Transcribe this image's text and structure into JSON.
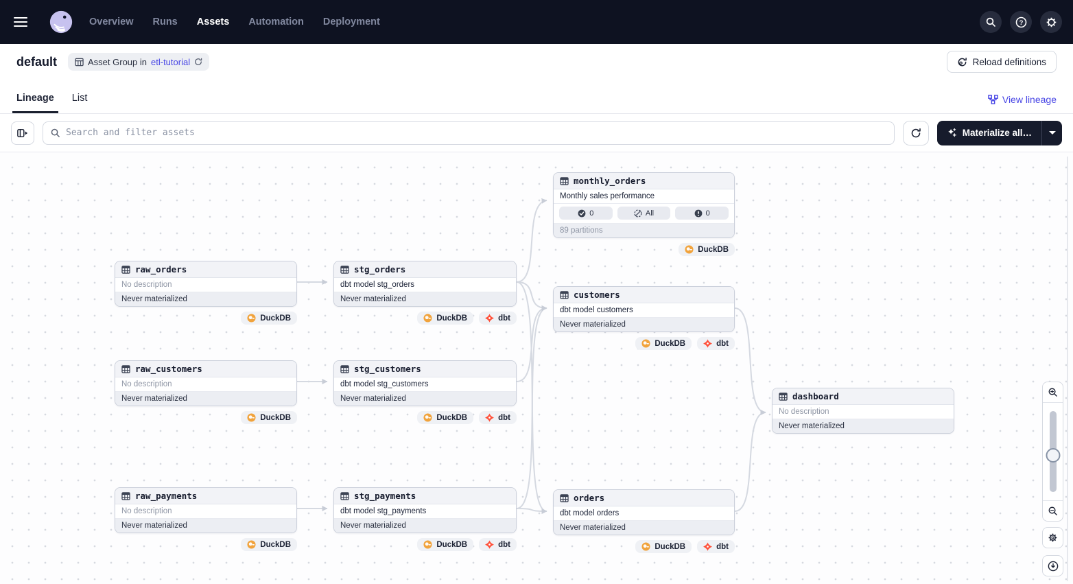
{
  "topnav": {
    "nav": [
      {
        "label": "Overview",
        "active": false
      },
      {
        "label": "Runs",
        "active": false
      },
      {
        "label": "Assets",
        "active": true
      },
      {
        "label": "Automation",
        "active": false
      },
      {
        "label": "Deployment",
        "active": false
      }
    ]
  },
  "header": {
    "title": "default",
    "badge_prefix": "Asset Group in",
    "badge_link": "etl-tutorial",
    "reload_button": "Reload definitions"
  },
  "tabs": {
    "lineage": "Lineage",
    "list": "List",
    "view_lineage": "View lineage"
  },
  "toolbar": {
    "search_placeholder": "Search and filter assets",
    "materialize_button": "Materialize all…"
  },
  "colors": {
    "accent": "#4846E5",
    "topnav_bg": "#0E1221",
    "duckdb_icon": "#F1A33C",
    "dbt_icon": "#FF4F38",
    "edge": "#D5D9E1"
  },
  "graph": {
    "nodes": [
      {
        "name": "monthly_orders",
        "description": "Monthly sales performance",
        "partitions": {
          "materialized_count": "0",
          "missing_count": "All",
          "failed_count": "0",
          "footer": "89 partitions"
        },
        "tags": [
          "DuckDB"
        ]
      },
      {
        "name": "raw_orders",
        "description": "No description",
        "status": "Never materialized",
        "tags": [
          "DuckDB"
        ]
      },
      {
        "name": "stg_orders",
        "description": "dbt model stg_orders",
        "status": "Never materialized",
        "tags": [
          "DuckDB",
          "dbt"
        ]
      },
      {
        "name": "customers",
        "description": "dbt model customers",
        "status": "Never materialized",
        "tags": [
          "DuckDB",
          "dbt"
        ]
      },
      {
        "name": "raw_customers",
        "description": "No description",
        "status": "Never materialized",
        "tags": [
          "DuckDB"
        ]
      },
      {
        "name": "stg_customers",
        "description": "dbt model stg_customers",
        "status": "Never materialized",
        "tags": [
          "DuckDB",
          "dbt"
        ]
      },
      {
        "name": "dashboard",
        "description": "No description",
        "status": "Never materialized",
        "tags": []
      },
      {
        "name": "raw_payments",
        "description": "No description",
        "status": "Never materialized",
        "tags": [
          "DuckDB"
        ]
      },
      {
        "name": "stg_payments",
        "description": "dbt model stg_payments",
        "status": "Never materialized",
        "tags": [
          "DuckDB",
          "dbt"
        ]
      },
      {
        "name": "orders",
        "description": "dbt model orders",
        "status": "Never materialized",
        "tags": [
          "DuckDB",
          "dbt"
        ]
      }
    ],
    "edges": [
      {
        "from": "raw_orders",
        "to": "stg_orders"
      },
      {
        "from": "raw_customers",
        "to": "stg_customers"
      },
      {
        "from": "raw_payments",
        "to": "stg_payments"
      },
      {
        "from": "stg_orders",
        "to": "monthly_orders"
      },
      {
        "from": "stg_orders",
        "to": "customers"
      },
      {
        "from": "stg_orders",
        "to": "orders"
      },
      {
        "from": "stg_customers",
        "to": "customers"
      },
      {
        "from": "stg_payments",
        "to": "customers"
      },
      {
        "from": "stg_payments",
        "to": "orders"
      },
      {
        "from": "customers",
        "to": "dashboard"
      },
      {
        "from": "orders",
        "to": "dashboard"
      }
    ]
  }
}
